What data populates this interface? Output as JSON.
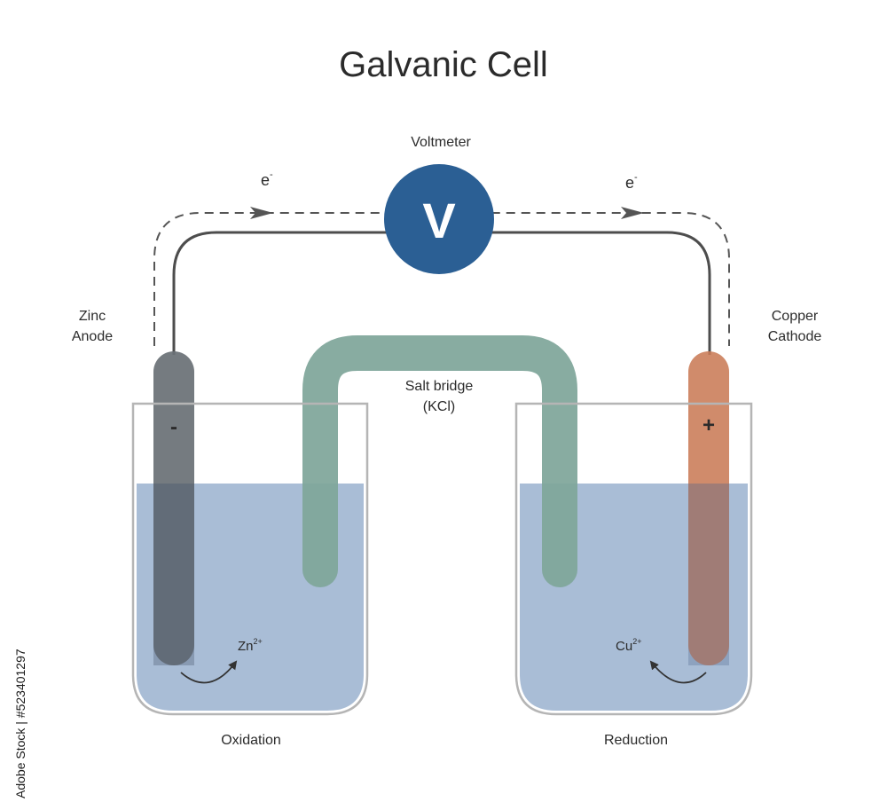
{
  "title": "Galvanic Cell",
  "voltmeter": {
    "label": "Voltmeter",
    "symbol": "V"
  },
  "electron_flow": {
    "base": "e",
    "charge": "-"
  },
  "anode": {
    "line1": "Zinc",
    "line2": "Anode",
    "sign": "-",
    "process": "Oxidation",
    "ion_base": "Zn",
    "ion_charge": "2+"
  },
  "cathode": {
    "line1": "Copper",
    "line2": "Cathode",
    "sign": "+",
    "process": "Reduction",
    "ion_base": "Cu",
    "ion_charge": "2+"
  },
  "salt_bridge": {
    "line1": "Salt bridge",
    "line2": "(KCl)"
  },
  "watermark": "Adobe Stock | #523401297",
  "colors": {
    "voltmeter": "#2b5f94",
    "zinc_electrode": "#6b7176",
    "copper_electrode": "#c97b57",
    "salt_bridge": "#7fa69a",
    "solution": "#a9bdd6",
    "beaker": "#b5b5b5",
    "wire": "#4d4d4d"
  }
}
